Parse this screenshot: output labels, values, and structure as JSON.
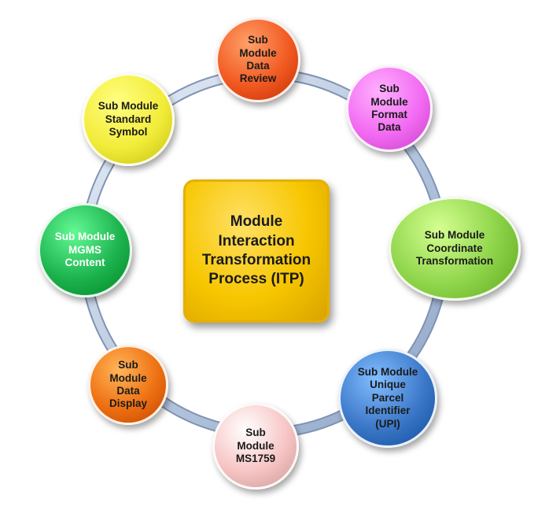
{
  "center": {
    "label": "Module\nInteraction\nTransformation\nProcess (ITP)",
    "color": "#f7c600"
  },
  "modules": [
    {
      "id": "data-review",
      "label": "Sub\nModule\nData\nReview",
      "color": "#f15a22",
      "text_color": "#1a1a1a"
    },
    {
      "id": "format-data",
      "label": "Sub\nModule\nFormat\nData",
      "color": "#f26bf2",
      "text_color": "#1a1a1a"
    },
    {
      "id": "coordinate-transformation",
      "label": "Sub Module\nCoordinate\nTransformation",
      "color": "#8ed44a",
      "text_color": "#1a1a1a"
    },
    {
      "id": "upi",
      "label": "Sub Module\nUnique\nParcel\nIdentifier\n(UPI)",
      "color": "#3c78c8",
      "text_color": "#1a1a1a"
    },
    {
      "id": "ms1759",
      "label": "Sub\nModule\nMS1759",
      "color": "#f7c4c4",
      "text_color": "#1a1a1a"
    },
    {
      "id": "data-display",
      "label": "Sub\nModule\nData\nDisplay",
      "color": "#ee7012",
      "text_color": "#1a1a1a"
    },
    {
      "id": "mgms-content",
      "label": "Sub Module\nMGMS\nContent",
      "color": "#1db34e",
      "text_color": "#ffffff"
    },
    {
      "id": "standard-symbol",
      "label": "Sub Module\nStandard\nSymbol",
      "color": "#f2ec3a",
      "text_color": "#1a1a1a"
    }
  ]
}
